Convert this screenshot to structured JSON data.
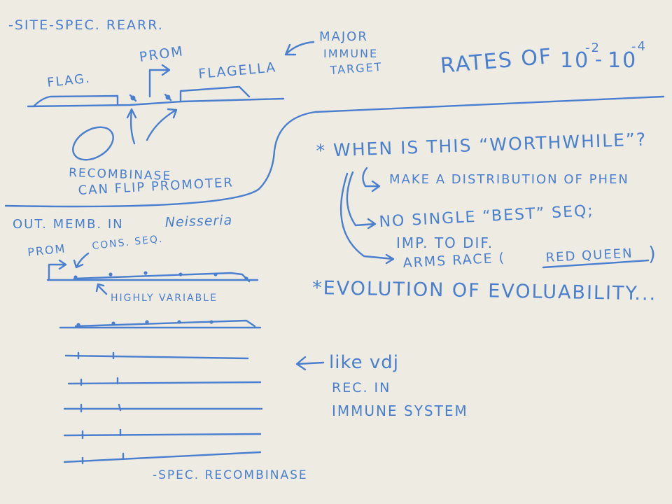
{
  "notes": {
    "site_specific": "-site-spec. rearr.",
    "prom_top": "prom",
    "flag_left": "flag.",
    "flagella": "flagella",
    "major_immune_1": "major",
    "major_immune_2": "immune",
    "major_immune_3": "target",
    "recombinase_1": "recombinase",
    "recombinase_2": "can flip promoter",
    "rates_of": "rates of",
    "rates_base_1": "10",
    "rates_exp_1": "-2",
    "rates_dash": "-",
    "rates_base_2": "10",
    "rates_exp_2": "-4",
    "out_memb_prefix": "out. memb. in",
    "out_memb_org": "Neisseria",
    "prom_bottom": "prom",
    "cons_seq": "cons. seq.",
    "highly_variable": "highly variable",
    "spec_recombinase": "-spec. recombinase",
    "when_worthwhile": "* when is this “worthwhile”?",
    "make_distribution": "make a distribution of phen",
    "no_single_best": "no single “best” seq;",
    "imp_to_dif": "imp. to dif.",
    "arms_race": "arms race (",
    "red_queen": "red queen",
    "arms_race_close": ")",
    "evolution": "*evolution of evoluability...",
    "like_vdj": "like vdj",
    "rec_in": "rec. in",
    "immune_system": "immune system"
  },
  "colors": {
    "ink": "#4a7fcf",
    "background": "#edebe2"
  }
}
